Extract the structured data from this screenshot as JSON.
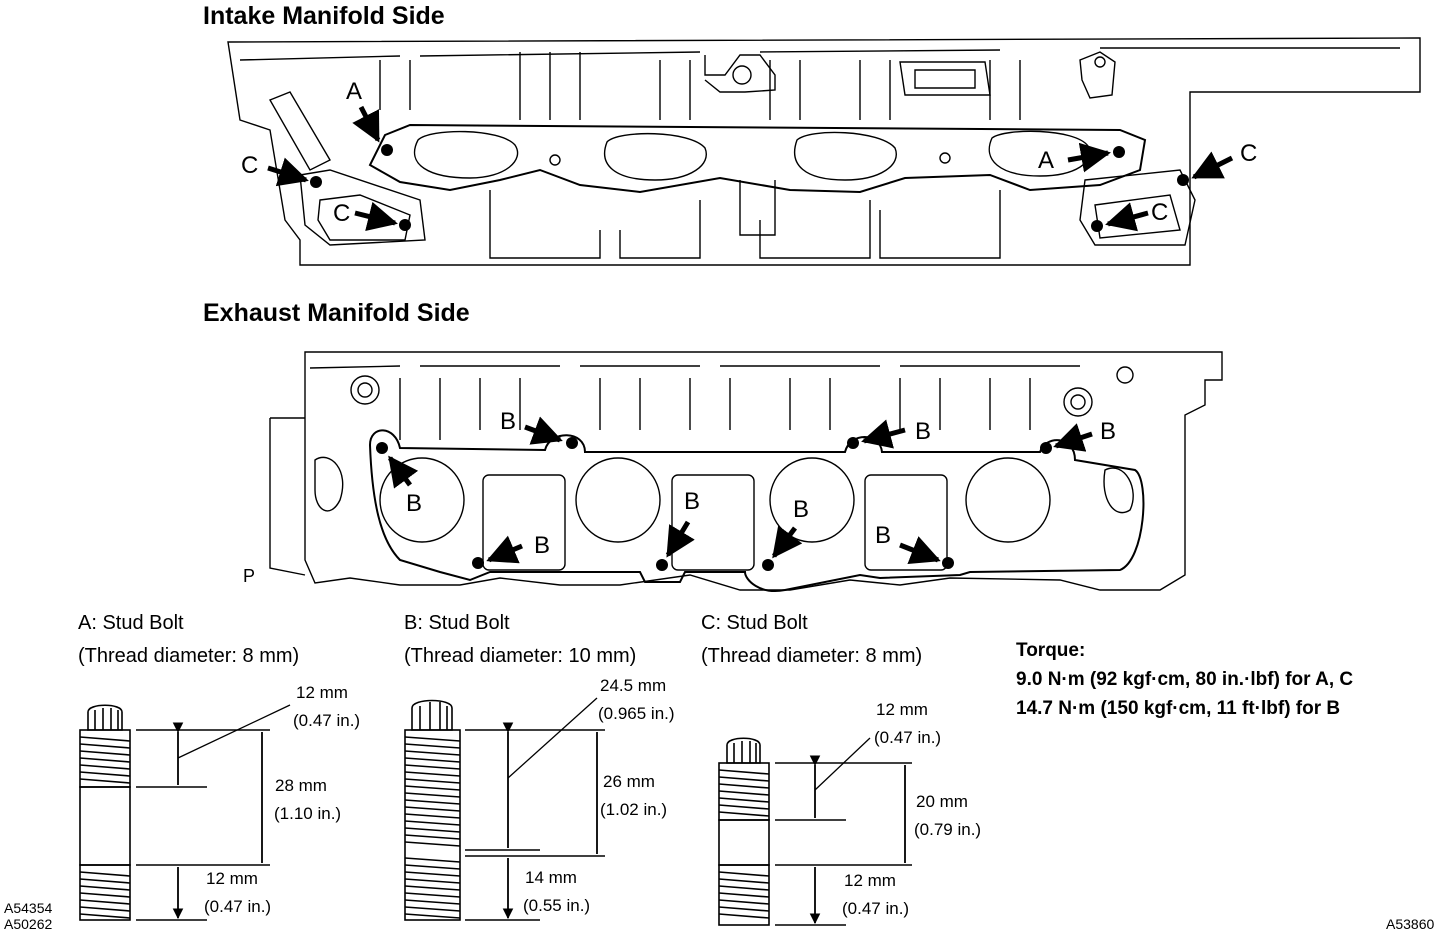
{
  "headings": {
    "intake": "Intake Manifold Side",
    "exhaust": "Exhaust Manifold Side"
  },
  "markers": {
    "a": "A",
    "b": "B",
    "c": "C",
    "p": "P"
  },
  "bolts": [
    {
      "title": "A: Stud Bolt",
      "thread": "(Thread diameter: 8 mm)",
      "top_mm": "12 mm",
      "top_in": "(0.47 in.)",
      "total_mm": "28 mm",
      "total_in": "(1.10 in.)",
      "bottom_mm": "12 mm",
      "bottom_in": "(0.47 in.)"
    },
    {
      "title": "B: Stud Bolt",
      "thread": "(Thread diameter: 10 mm)",
      "top_mm": "24.5 mm",
      "top_in": "(0.965 in.)",
      "total_mm": "26 mm",
      "total_in": "(1.02 in.)",
      "bottom_mm": "14 mm",
      "bottom_in": "(0.55 in.)"
    },
    {
      "title": "C: Stud Bolt",
      "thread": "(Thread diameter: 8 mm)",
      "top_mm": "12 mm",
      "top_in": "(0.47 in.)",
      "total_mm": "20 mm",
      "total_in": "(0.79 in.)",
      "bottom_mm": "12 mm",
      "bottom_in": "(0.47 in.)"
    }
  ],
  "torque": {
    "label": "Torque:",
    "line1": "9.0 N·m (92 kgf·cm, 80 in.·lbf) for A, C",
    "line2": "14.7 N·m (150 kgf·cm, 11 ft·lbf) for B"
  },
  "codes": {
    "left1": "A54354",
    "left2": "A50262",
    "right": "A53860"
  }
}
